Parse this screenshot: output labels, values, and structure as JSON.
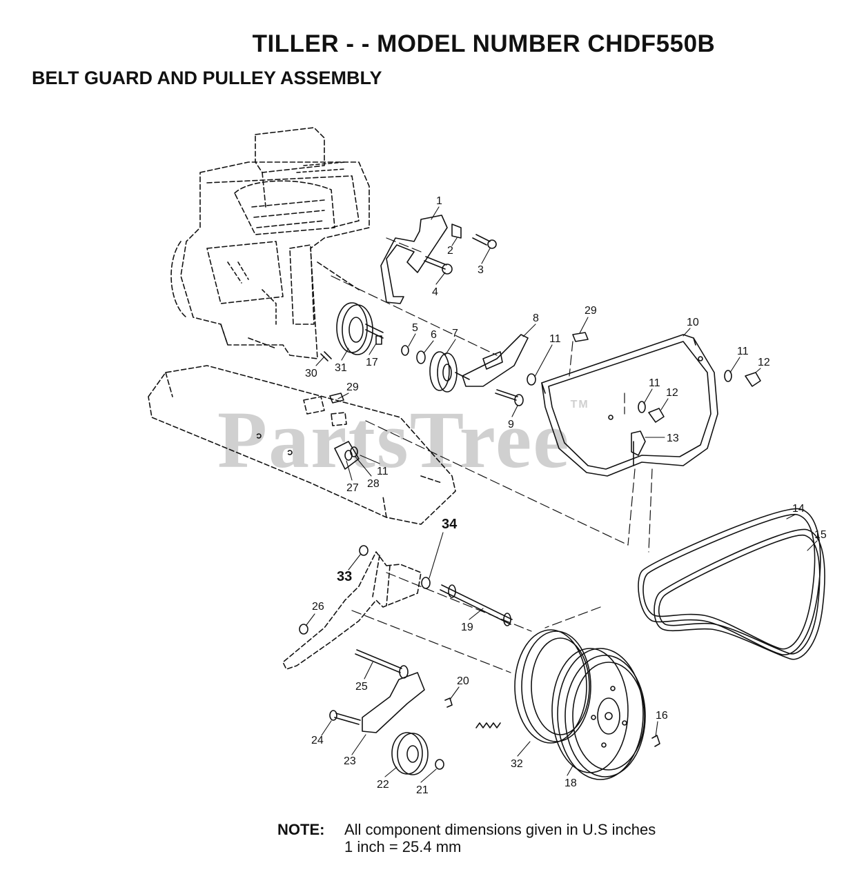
{
  "title": "TILLER - - MODEL NUMBER CHDF550B",
  "subtitle": "BELT GUARD AND PULLEY ASSEMBLY",
  "watermark": "PartsTree",
  "watermark_tm": "TM",
  "note": {
    "label": "NOTE:",
    "line1": "All component dimensions given in U.S inches",
    "line2": "1 inch = 25.4 mm"
  },
  "callouts": [
    "1",
    "2",
    "3",
    "4",
    "5",
    "6",
    "7",
    "8",
    "9",
    "10",
    "11",
    "12",
    "13",
    "14",
    "15",
    "16",
    "17",
    "18",
    "19",
    "20",
    "21",
    "22",
    "23",
    "24",
    "25",
    "26",
    "27",
    "28",
    "29",
    "30",
    "31",
    "32",
    "33",
    "34"
  ],
  "callouts_extra": [
    "11",
    "11",
    "11",
    "12",
    "29"
  ]
}
